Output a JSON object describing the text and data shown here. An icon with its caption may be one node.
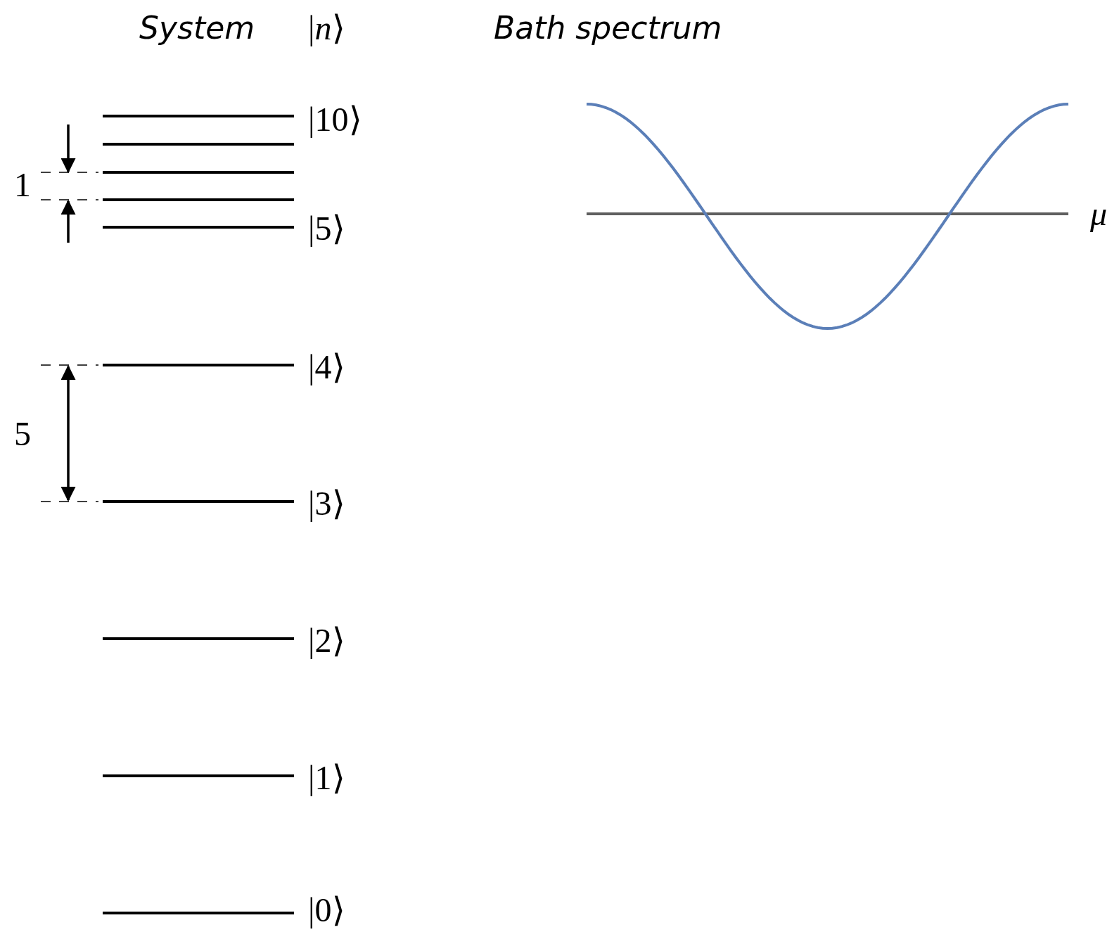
{
  "diagram": {
    "labels": [
      "System",
      "|*n*⟩",
      "Bath spectrum",
      "|10⟩",
      "1",
      "|5⟩",
      "|4⟩",
      "5",
      "|3⟩",
      "|2⟩",
      "|1⟩",
      "|0⟩",
      "μ"
    ]
  }
}
